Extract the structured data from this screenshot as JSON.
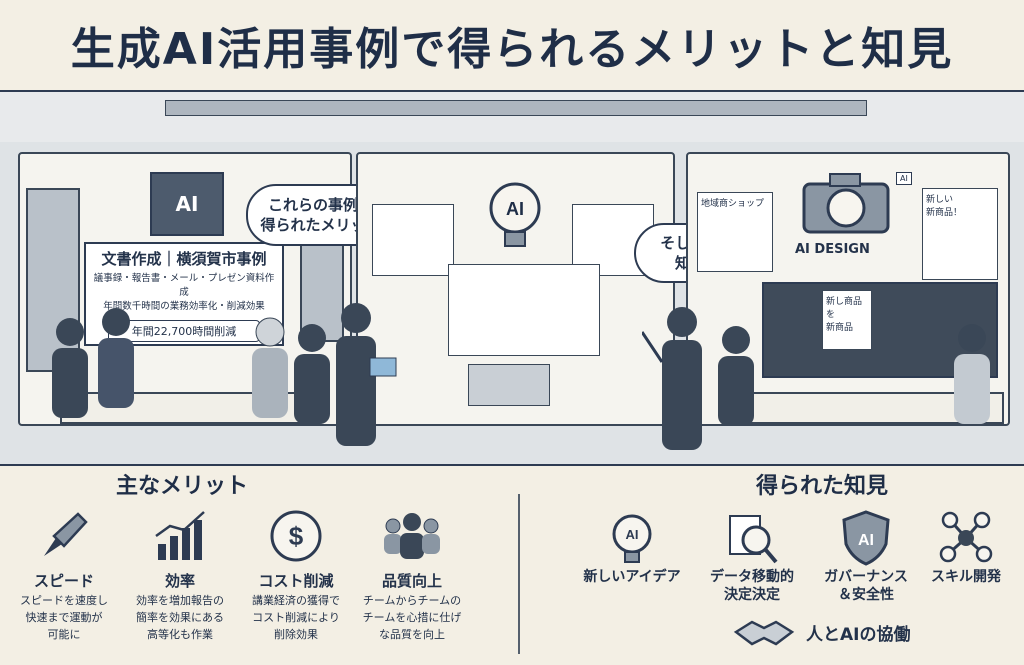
{
  "title": "生成AI活用事例で得られるメリットと知見",
  "scene": {
    "ai_chip": "AI",
    "ai_bulb": "AI",
    "doc_card": {
      "title": "文書作成｜横須賀市事例",
      "line1": "議事録・報告書・メール・プレゼン資料作成",
      "line2": "年間数千時間の業務効率化・削減効果",
      "pill": "年間22,700時間削減"
    },
    "bubble_left": {
      "line1": "これらの事例から",
      "line2": "得られたメリットは"
    },
    "bubble_right": {
      "line1": "そして重要な",
      "line2": "知見は…"
    },
    "shop_label": "地域商ショップ",
    "design_label": "AI DESIGN",
    "ad_new": {
      "line1": "新しい",
      "line2": "新商品！"
    },
    "ad_promo": {
      "line1": "新し商品を",
      "line2": "新商品"
    },
    "small_ai_tag": "AI"
  },
  "benefits_heading": "主なメリット",
  "benefits": [
    {
      "label": "スピード",
      "desc1": "スピードを速度し",
      "desc2": "快速まで運動が",
      "desc3": "可能に"
    },
    {
      "label": "効率",
      "desc1": "効率を増加報告の",
      "desc2": "簡率を効果にある",
      "desc3": "高等化も作業"
    },
    {
      "label": "コスト削減",
      "desc1": "講業経済の獲得で",
      "desc2": "コスト削減により",
      "desc3": "削除効果"
    },
    {
      "label": "品質向上",
      "desc1": "チームからチームの",
      "desc2": "チームを心措に仕げ",
      "desc3": "な品質を向上"
    }
  ],
  "insights_heading": "得られた知見",
  "insights": [
    {
      "label1": "新しいアイデア",
      "label2": ""
    },
    {
      "label1": "データ移動的",
      "label2": "決定決定"
    },
    {
      "label1": "ガバーナンス",
      "label2": "＆安全性"
    },
    {
      "label1": "スキル開発",
      "label2": ""
    }
  ],
  "collab_label": "人とAIの協働",
  "icon_texts": {
    "bulb": "AI",
    "shield": "AI",
    "coin": "$"
  },
  "colors": {
    "ink": "#23324a",
    "paper": "#f3efe4",
    "scene": "#dfe3e6"
  }
}
